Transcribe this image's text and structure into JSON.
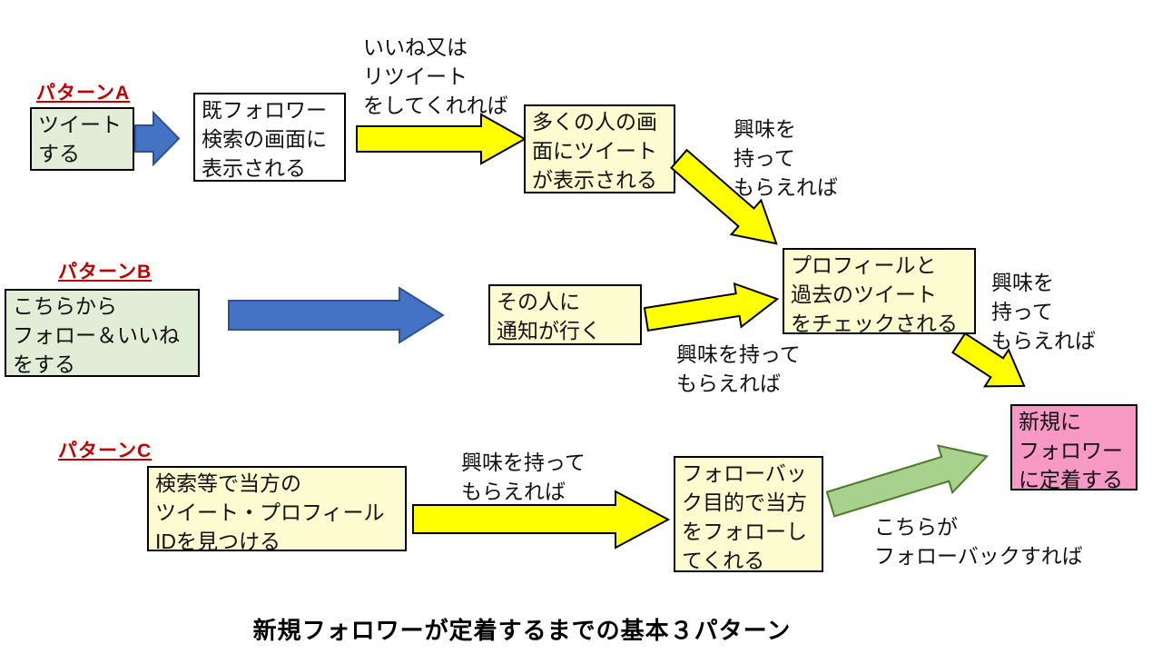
{
  "title": "新規フォロワーが定着するまでの基本３パターン",
  "goal_box": "新規に\nフォロワー\nに定着する",
  "patterns": {
    "a": {
      "label": "パターンA",
      "start_box": "ツイート\nする",
      "box2": "既フォロワー\n検索の画面に\n表示される",
      "arrow2_label": "いいね又は\nリツイート\nをしてくれれば",
      "box3": "多くの人の画\n面にツイート\nが表示される",
      "arrow3_label": "興味を\n持って\nもらえれば"
    },
    "b": {
      "label": "パターンB",
      "start_box": "こちらから\nフォロー＆いいね\nをする",
      "box2": "その人に\n通知が行く",
      "arrow2_label": "興味を持って\nもらえれば",
      "box3": "プロフィールと\n過去のツイート\nをチェックされる",
      "arrow3_label": "興味を\n持って\nもらえれば"
    },
    "c": {
      "label": "パターンC",
      "start_box": "検索等で当方の\nツイート・プロフィール\nIDを見つける",
      "arrow1_label": "興味を持って\nもらえれば",
      "box2": "フォローバッ\nク目的で当方\nをフォローし\nてくれる",
      "arrow2_label": "こちらが\nフォローバックすれば"
    }
  },
  "colors": {
    "pattern_label": "#c00000",
    "start_box_fill": "#e2edd8",
    "process_box_fill": "#fdfbd0",
    "plain_box_fill": "#ffffff",
    "goal_box_fill": "#f898c4",
    "blue_arrow_fill": "#4472c4",
    "blue_arrow_border": "#2f528f",
    "yellow_arrow_fill": "#ffff00",
    "green_arrow_fill": "#a9d18e"
  }
}
